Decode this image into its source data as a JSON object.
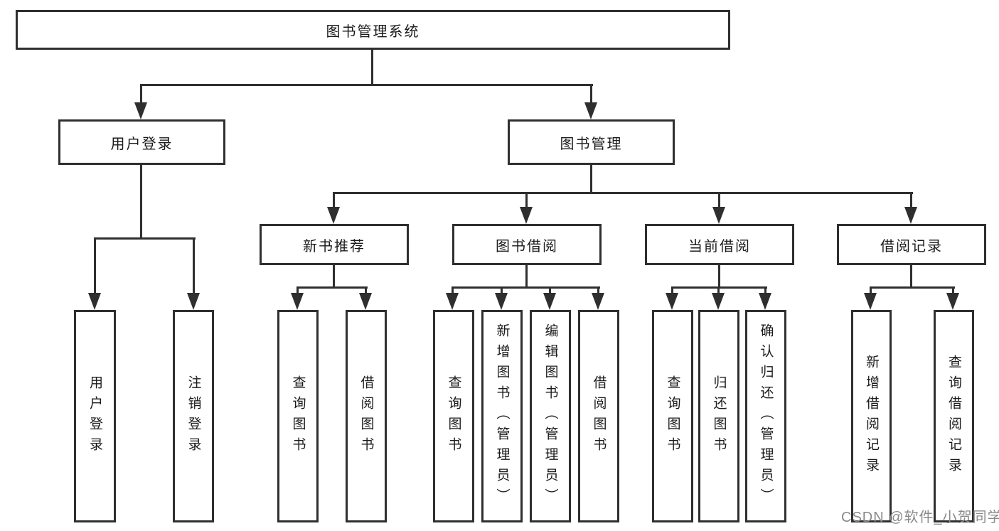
{
  "diagram": {
    "type": "hierarchy",
    "root": {
      "label": "图书管理系统"
    },
    "level2": {
      "user_login": {
        "label": "用户登录"
      },
      "book_management": {
        "label": "图书管理"
      }
    },
    "level3": {
      "new_book_recommend": {
        "label": "新书推荐"
      },
      "book_borrowing": {
        "label": "图书借阅"
      },
      "current_borrowing": {
        "label": "当前借阅"
      },
      "borrowing_records": {
        "label": "借阅记录"
      }
    },
    "leaves": {
      "user_login": [
        "用户登录",
        "注销登录"
      ],
      "new_book_recommend": [
        "查询图书",
        "借阅图书"
      ],
      "book_borrowing": [
        "查询图书",
        "新增图书（管理员）",
        "编辑图书（管理员）",
        "借阅图书"
      ],
      "current_borrowing": [
        "查询图书",
        "归还图书",
        "确认归还（管理员）"
      ],
      "borrowing_records": [
        "新增借阅记录",
        "查询借阅记录"
      ]
    },
    "watermark": "CSDN @软件_小贺同学",
    "colors": {
      "line": "#2f2f2f",
      "text": "#1b1b1b",
      "watermark": "#8a8a8a",
      "background": "#ffffff"
    }
  }
}
